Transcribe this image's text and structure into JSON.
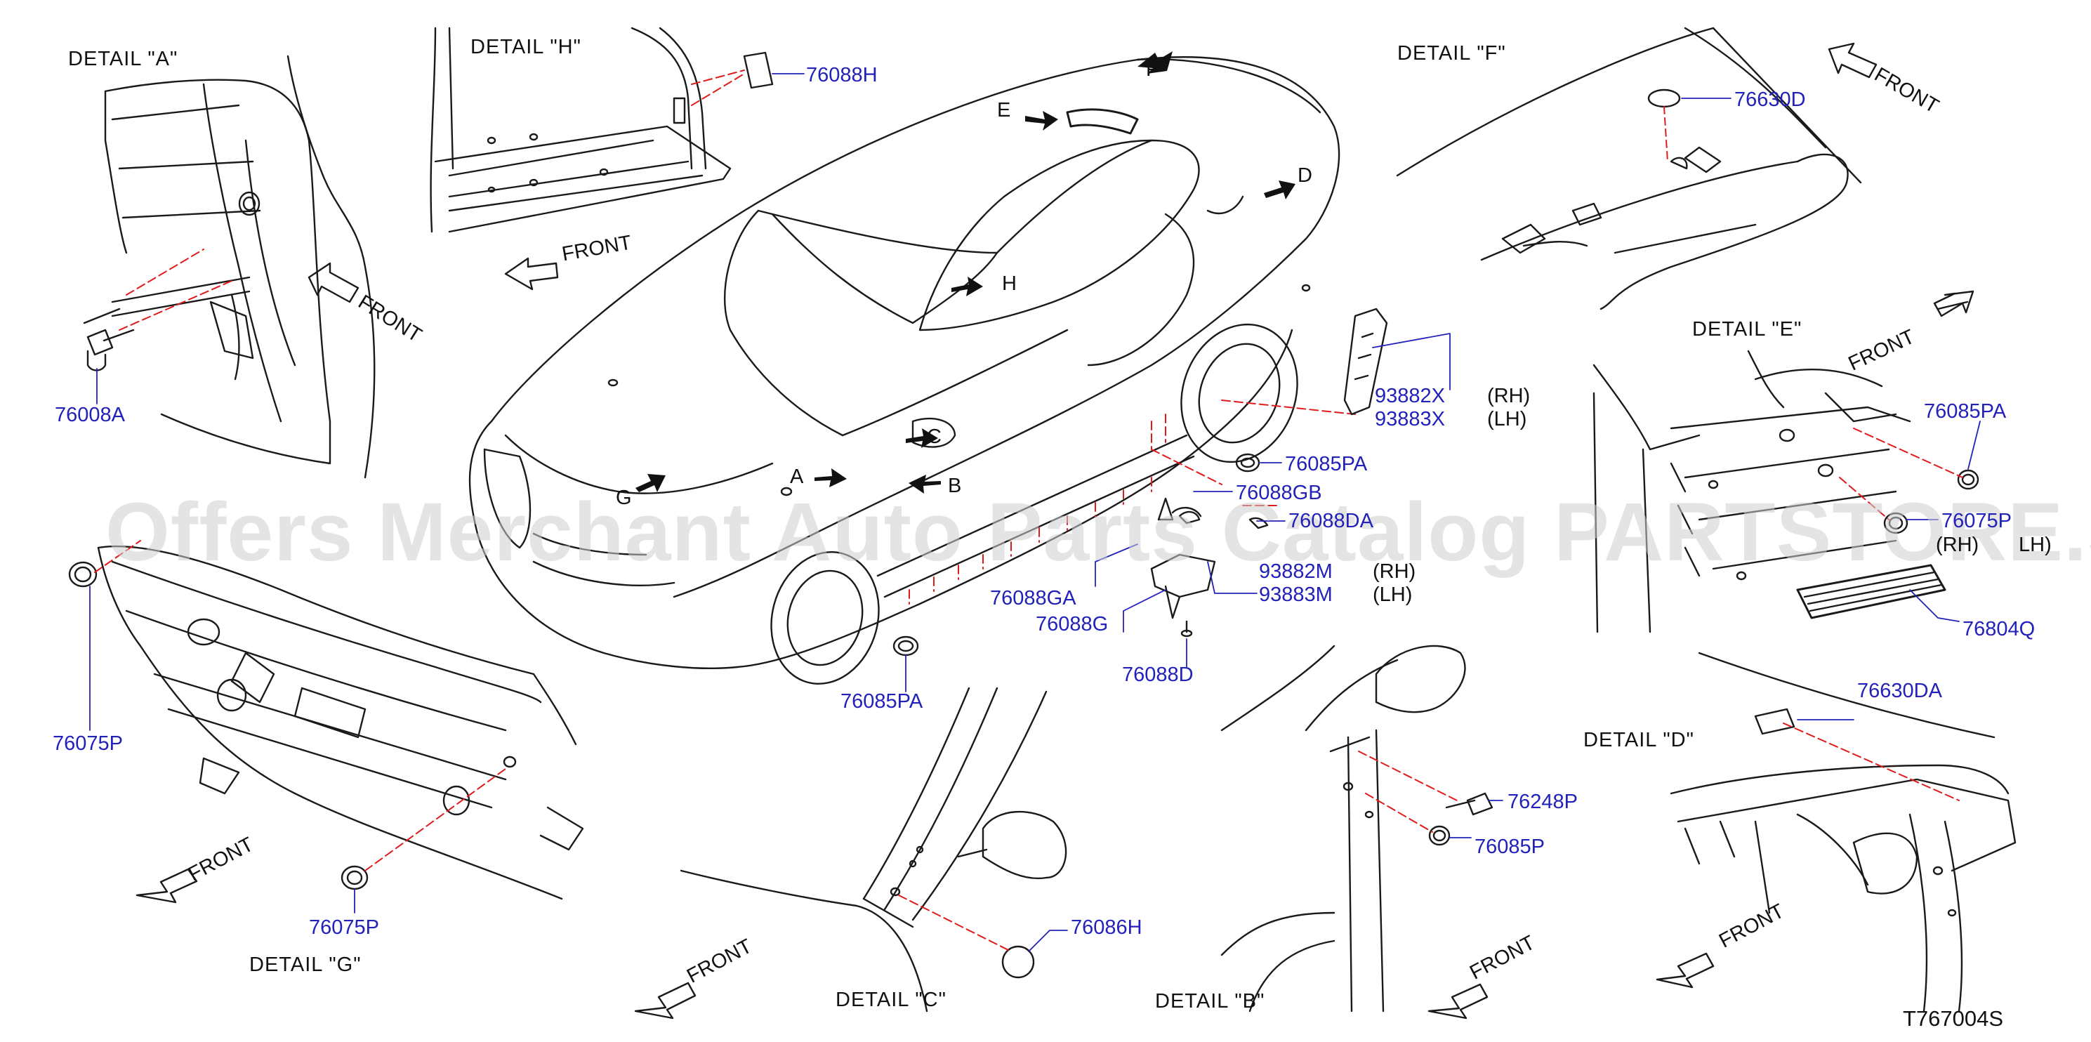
{
  "details": {
    "A": "DETAIL \"A\"",
    "B": "DETAIL \"B\"",
    "C": "DETAIL \"C\"",
    "D": "DETAIL \"D\"",
    "E": "DETAIL \"E\"",
    "F": "DETAIL \"F\"",
    "G": "DETAIL \"G\"",
    "H": "DETAIL \"H\""
  },
  "front_label": "FRONT",
  "callout_letters": {
    "A": "A",
    "B": "B",
    "C": "C",
    "D": "D",
    "E": "E",
    "F": "F",
    "G": "G",
    "H": "H"
  },
  "parts": {
    "p76008A": "76008A",
    "p76088H": "76088H",
    "p76630D": "76630D",
    "p93882X": "93882X",
    "p93883X": "93883X",
    "p76085PA_main": "76085PA",
    "p76088GB": "76088GB",
    "p76088DA": "76088DA",
    "p93882M": "93882M",
    "p93883M": "93883M",
    "p76088GA": "76088GA",
    "p76088G": "76088G",
    "p76088D": "76088D",
    "p76085PA_lower": "76085PA",
    "p76075P_left": "76075P",
    "p76075P_bottom": "76075P",
    "p76085PA_E": "76085PA",
    "p76075P_E": "76075P",
    "p76804Q": "76804Q",
    "p76630DA": "76630DA",
    "p76248P": "76248P",
    "p76085P": "76085P",
    "p76086H": "76086H"
  },
  "side_labels": {
    "rh1": "(RH)",
    "lh1": "(LH)",
    "rh2": "(RH)",
    "lh2": "(LH)",
    "rh3": "(RH)",
    "lh3": "LH)"
  },
  "diagram_code": "T767004S",
  "watermark": "Offers Merchant Auto Parts Catalog PARTSTORE.SA",
  "colors": {
    "line": "#1a1a1a",
    "leader": "#2222bb",
    "dash": "#e01b1b",
    "part_text": "#2222bb",
    "watermark": "#cfcfcf"
  }
}
